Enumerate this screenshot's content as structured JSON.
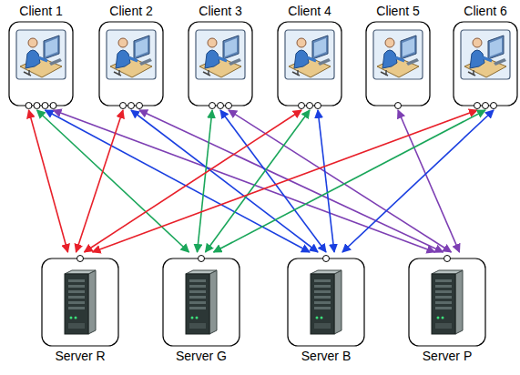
{
  "diagram": {
    "nodes": [
      {
        "text": [
          "Client 1"
        ]
      },
      {
        "text": [
          "Client 2"
        ]
      },
      {
        "text": [
          "Client 3"
        ]
      },
      {
        "text": [
          "Client 4"
        ]
      },
      {
        "text": [
          "Client 5"
        ]
      },
      {
        "text": [
          "Client 6"
        ]
      },
      {
        "text": [
          "Server R"
        ]
      },
      {
        "text": [
          "Server G"
        ]
      },
      {
        "text": [
          "Server B"
        ]
      },
      {
        "text": [
          "Server P"
        ]
      }
    ],
    "edges": [
      {
        "from": 0,
        "to": 6,
        "arrow": "both"
      },
      {
        "from": 0,
        "to": 7,
        "arrow": "both"
      },
      {
        "from": 0,
        "to": 8,
        "arrow": "both"
      },
      {
        "from": 0,
        "to": 9,
        "arrow": "both"
      },
      {
        "from": 1,
        "to": 6,
        "arrow": "both"
      },
      {
        "from": 1,
        "to": 8,
        "arrow": "both"
      },
      {
        "from": 1,
        "to": 9,
        "arrow": "both"
      },
      {
        "from": 2,
        "to": 7,
        "arrow": "both"
      },
      {
        "from": 2,
        "to": 8,
        "arrow": "both"
      },
      {
        "from": 2,
        "to": 9,
        "arrow": "both"
      },
      {
        "from": 3,
        "to": 6,
        "arrow": "both"
      },
      {
        "from": 3,
        "to": 7,
        "arrow": "both"
      },
      {
        "from": 3,
        "to": 8,
        "arrow": "both"
      },
      {
        "from": 4,
        "to": 9,
        "arrow": "both"
      },
      {
        "from": 5,
        "to": 6,
        "arrow": "both"
      },
      {
        "from": 5,
        "to": 7,
        "arrow": "both"
      },
      {
        "from": 5,
        "to": 8,
        "arrow": "both"
      }
    ]
  }
}
